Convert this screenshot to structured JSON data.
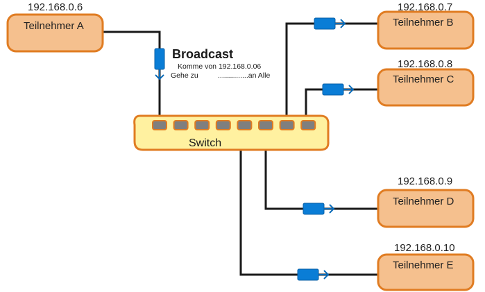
{
  "colors": {
    "node_fill": "#f5c08e",
    "node_border": "#e07c22",
    "switch_fill": "#fff1a0",
    "port_fill": "#7f7f7f",
    "packet": "#0a7dd6",
    "cable": "#1a1a1a"
  },
  "switch": {
    "label": "Switch",
    "port_count": 8
  },
  "broadcast": {
    "title": "Broadcast",
    "line1": "Komme von 192.168.0.06",
    "line2_left": "Gehe zu",
    "line2_right": "...............an Alle"
  },
  "nodes": [
    {
      "id": "A",
      "label": "Teilnehmer A",
      "ip": "192.168.0.6",
      "port": 1,
      "role": "sender"
    },
    {
      "id": "B",
      "label": "Teilnehmer B",
      "ip": "192.168.0.7",
      "port": 7,
      "role": "receiver"
    },
    {
      "id": "C",
      "label": "Teilnehmer C",
      "ip": "192.168.0.8",
      "port": 8,
      "role": "receiver"
    },
    {
      "id": "D",
      "label": "Teilnehmer D",
      "ip": "192.168.0.9",
      "port": 6,
      "role": "receiver"
    },
    {
      "id": "E",
      "label": "Teilnehmer E",
      "ip": "192.168.0.10",
      "port": 5,
      "role": "receiver"
    }
  ]
}
